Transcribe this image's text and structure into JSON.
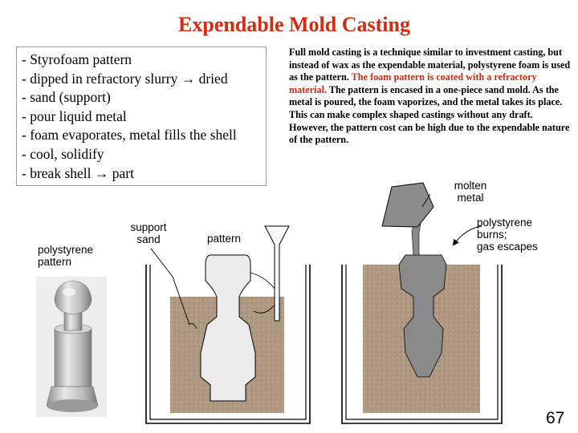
{
  "title": "Expendable Mold Casting",
  "bullets": [
    "- Styrofoam pattern",
    "- dipped in refractory slurry → dried",
    "- sand (support)",
    "- pour liquid metal",
    "- foam evaporates, metal fills the shell",
    "- cool, solidify",
    "- break shell → part"
  ],
  "description": {
    "part1": "Full mold casting is a technique similar to investment casting, but instead of wax as the expendable material, polystyrene foam is used as the pattern.",
    "part2_highlight": "The foam pattern is coated with a refractory material.",
    "part3": "The pattern is encased in a one-piece sand mold. As the metal is poured, the foam vaporizes, and the metal takes its place. This can make complex shaped castings without any draft. However, the pattern cost can be high due to the expendable nature of the pattern."
  },
  "labels": {
    "polystyrene_pattern": [
      "polystyrene",
      "pattern"
    ],
    "support_sand": [
      "support",
      "sand"
    ],
    "pattern": "pattern",
    "molten_metal": [
      "molten",
      "metal"
    ],
    "polystyrene_burns": [
      "polystyrene",
      "burns;",
      "gas escapes"
    ]
  },
  "page_number": "67",
  "colors": {
    "title": "#d62a0f",
    "highlight": "#d62a0f",
    "sand": "#b09a83",
    "metal": "#8a8a8a",
    "pattern": "#d9d9d9"
  }
}
